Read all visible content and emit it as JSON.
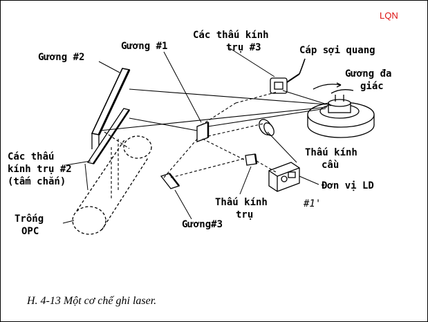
{
  "watermark": "LQN",
  "caption": "H. 4-13 Một cơ chế ghi laser.",
  "labels": {
    "mirror2": "Gương #2",
    "mirror1": "Gương #1",
    "lens3_line1": "Các thấu kính",
    "lens3_line2": "trụ #3",
    "fiber": "Cáp sợi quang",
    "polygon_line1": "Gương đa",
    "polygon_line2": "giác",
    "lens2_line1": "Các thấu",
    "lens2_line2": "kính trụ #2",
    "lens2_line3": "(tấm chắn)",
    "spherical_line1": "Thấu kính",
    "spherical_line2": "cầu",
    "ld_unit": "Đơn vị LD",
    "ld_index": "#1'",
    "cyl_lens_line1": "Thấu kính",
    "cyl_lens_line2": "trụ",
    "drum_line1": "Trống",
    "drum_line2": "OPC",
    "mirror3": "Gương#3"
  },
  "colors": {
    "ink": "#000000",
    "watermark": "#dd1111"
  }
}
